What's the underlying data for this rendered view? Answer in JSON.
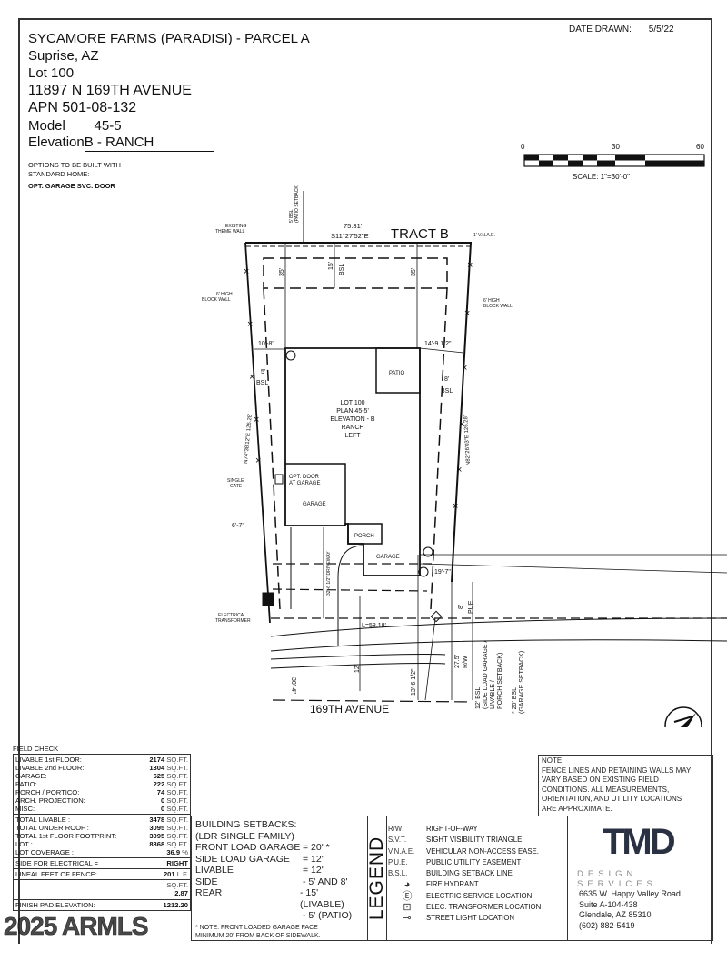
{
  "header": {
    "project": "SYCAMORE FARMS (PARADISI) - PARCEL A",
    "city": "Suprise, AZ",
    "lot_label": "Lot",
    "lot": "100",
    "address": "11897 N 169TH AVENUE",
    "apn_label": "APN",
    "apn": "501-08-132",
    "model_label": "Model",
    "model": "45-5",
    "elevation_label": "Elevation",
    "elevation": "B - RANCH",
    "options_title_1": "OPTIONS TO BE BUILT WITH",
    "options_title_2": "STANDARD HOME:",
    "option_1": "OPT. GARAGE SVC. DOOR",
    "date_label": "DATE DRAWN:",
    "date": "5/5/22"
  },
  "scale": {
    "ticks": [
      "0",
      "30",
      "60"
    ],
    "label": "SCALE: 1\"=30'-0\""
  },
  "plan": {
    "tract": "TRACT B",
    "top_dim": "75.31'",
    "top_bearing": "S11°27'52\"E",
    "vnae": "1' V.N.A.E.",
    "patio_bsl_1": "5' BSL",
    "patio_bsl_2": "(PATIO SETBACK)",
    "theme_wall_1": "EXISTING",
    "theme_wall_2": "THEME WALL",
    "block_wall_left_1": "6' HIGH",
    "block_wall_left_2": "BLOCK WALL",
    "block_wall_right_1": "6' HIGH",
    "block_wall_right_2": "BLOCK WALL",
    "rear_dim_left": "35'",
    "rear_dim_right": "35'",
    "rear_bsl_dim": "15'",
    "bsl": "BSL",
    "left_dim": "10'-8\"",
    "right_dim": "14'-9 1/2\"",
    "left_side_setback": "5'",
    "right_side_setback": "8'",
    "left_bearing": "N74°38'12\"E 126.28'",
    "right_bearing": "N82°26'03\"E 126.28'",
    "patio": "PATIO",
    "lot_text": [
      "LOT 100",
      "PLAN 45-5'",
      "ELEVATION - B",
      "RANCH",
      "LEFT"
    ],
    "single_gate_1": "SINGLE",
    "single_gate_2": "GATE",
    "opt_door_1": "OPT. DOOR",
    "opt_door_2": "AT GARAGE",
    "garage_1": "GARAGE",
    "garage_2": "GARAGE",
    "porch": "PORCH",
    "side_dim": "6'-7\"",
    "driveway": "32'-6 1/2\" DRIVEWAY",
    "front_dim": "19'-7\"",
    "pue_dim": "8'",
    "pue": "PUE",
    "transformer_1": "ELECTRICAL",
    "transformer_2": "TRANSFORMER",
    "curve": "L=58.18'",
    "dim_30": "30'-4\"",
    "dim_12": "12'",
    "dim_13": "13'-6 1/2\"",
    "rw_dim": "27.5'",
    "rw": "R/W",
    "bsl12_1": "12' BSL",
    "bsl12_2": "(SIDE LOAD GARAGE /",
    "bsl12_3": "LIVABLE /",
    "bsl12_4": "PORCH SETBACK)",
    "bsl20_1": "* 20' BSL",
    "bsl20_2": "(GARAGE SETBACK)",
    "street": "169TH AVENUE"
  },
  "field_check": {
    "title": "FIELD CHECK",
    "areas": [
      {
        "label": "LIVABLE 1st FLOOR:",
        "value": "2174",
        "unit": "SQ.FT."
      },
      {
        "label": "LIVABLE 2nd FLOOR:",
        "value": "1304",
        "unit": "SQ.FT."
      },
      {
        "label": "GARAGE:",
        "value": "625",
        "unit": "SQ.FT."
      },
      {
        "label": "PATIO:",
        "value": "222",
        "unit": "SQ.FT."
      },
      {
        "label": "PORCH / PORTICO:",
        "value": "74",
        "unit": "SQ.FT."
      },
      {
        "label": "ARCH. PROJECTION:",
        "value": "0",
        "unit": "SQ.FT."
      },
      {
        "label": "MISC:",
        "value": "0",
        "unit": "SQ.FT."
      }
    ],
    "totals": [
      {
        "label": "TOTAL LIVABLE :",
        "value": "3478",
        "unit": "SQ.FT."
      },
      {
        "label": "TOTAL UNDER ROOF :",
        "value": "3095",
        "unit": "SQ.FT."
      },
      {
        "label": "TOTAL 1st FLOOR FOOTPRINT:",
        "value": "3095",
        "unit": "SQ.FT."
      },
      {
        "label": "LOT :",
        "value": "8368",
        "unit": "SQ.FT."
      },
      {
        "label": "LOT COVERAGE :",
        "value": "36.9",
        "unit": "%"
      }
    ],
    "electrical_label": "SIDE FOR ELECTRICAL =",
    "electrical_value": "RIGHT",
    "fence_label": "LINEAL FEET OF FENCE:",
    "fence_value": "201",
    "fence_unit": "L.F.",
    "obscured_1_unit": "SQ.FT.",
    "obscured_2_value": "2.87",
    "pad_label": "FINISH PAD ELEVATION:",
    "pad_value": "1212.20"
  },
  "setbacks": {
    "title": "BUILDING SETBACKS:",
    "subtitle": "(LDR SINGLE FAMILY)",
    "rows": [
      {
        "label": "FRONT LOAD GARAGE",
        "value": "= 20' *"
      },
      {
        "label": "SIDE LOAD GARAGE",
        "value": "= 12'"
      },
      {
        "label": "LIVABLE",
        "value": "= 12'"
      },
      {
        "label": "SIDE",
        "value": "- 5' AND 8'"
      },
      {
        "label": "REAR",
        "value": "- 15' (LIVABLE)"
      },
      {
        "label": "",
        "value": "- 5' (PATIO)"
      }
    ],
    "note_1": "* NOTE: FRONT LOADED GARAGE FACE",
    "note_2": "MINIMUM 20' FROM BACK OF SIDEWALK."
  },
  "legend": {
    "title": "LEGEND",
    "items": [
      {
        "abbr": "R/W",
        "text": "RIGHT-OF-WAY"
      },
      {
        "abbr": "S.V.T.",
        "text": "SIGHT VISIBILITY TRIANGLE"
      },
      {
        "abbr": "V.N.A.E.",
        "text": "VEHICULAR NON-ACCESS EASE."
      },
      {
        "abbr": "P.U.E.",
        "text": "PUBLIC UTILITY EASEMENT"
      },
      {
        "abbr": "B.S.L.",
        "text": "BUILDING SETBACK LINE"
      },
      {
        "abbr": "",
        "text": "FIRE HYDRANT",
        "icon": "fire-hydrant-icon"
      },
      {
        "abbr": "",
        "text": "ELECTRIC SERVICE LOCATION",
        "icon": "electric-service-icon"
      },
      {
        "abbr": "",
        "text": "ELEC. TRANSFORMER LOCATION",
        "icon": "transformer-icon"
      },
      {
        "abbr": "",
        "text": "STREET LIGHT LOCATION",
        "icon": "street-light-icon"
      }
    ]
  },
  "note": {
    "title": "NOTE:",
    "lines": [
      "FENCE LINES AND RETAINING WALLS MAY",
      "VARY BASED ON EXISTING FIELD",
      "CONDITIONS.  ALL MEASUREMENTS,",
      "ORIENTATION, AND UTILITY LOCATIONS",
      "ARE APPROXIMATE."
    ]
  },
  "company": {
    "logo": "TMD",
    "tagline": "DESIGN SERVICES",
    "address_1": "6635 W. Happy Valley Road",
    "address_2": "Suite A-104-438",
    "address_3": "Glendale, AZ 85310",
    "phone": "(602) 882-5419",
    "logo_color": "#2a3142",
    "accent_color": "#8a8a8a"
  },
  "watermark": "2025 ARMLS"
}
